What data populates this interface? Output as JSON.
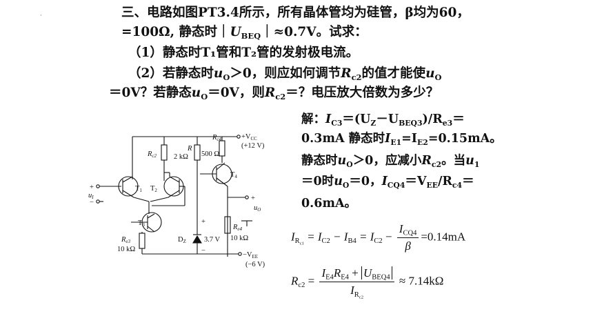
{
  "problem": {
    "line1": "三、电路如图PT3.4所示，所有晶体管均为硅管，β均为60，",
    "line2_prefix": "=100Ω,",
    "line2_rest": "静态时｜",
    "line2_sym": "U",
    "line2_sub": "BEQ",
    "line2_end": "｜≈0.7V。试求：",
    "q1": "（1）静态时T₁管和T₂管的发射极电流。",
    "q2a": "（2）若静态时",
    "q2b": "＞0，则应如何调节",
    "q2c": "的值才能使",
    "q3a": "＝0V？若静态",
    "q3b": "＝0V，则",
    "q3c": "＝？电压放大倍数为多少？",
    "uo": "u",
    "uo_sub": "O",
    "rc2": "R",
    "rc2_sub": "c2"
  },
  "solution": {
    "l1a": "解：",
    "l1b": "I",
    "l1b_sub": "C3",
    "l1c": "＝(U",
    "l1c_sub": "Z",
    "l1d": "－U",
    "l1d_sub": "BEQ3",
    "l1e": ")/R",
    "l1e_sub": "e3",
    "l1f": "＝",
    "l2a": "0.3mA 静态时",
    "l2b": "I",
    "l2b_sub": "E1",
    "l2c": "=I",
    "l2c_sub": "E2",
    "l2d": "=0.15mA。",
    "l3a": "静态时",
    "l3b": "u",
    "l3b_sub": "O",
    "l3c": "＞0，应减小",
    "l3d": "R",
    "l3d_sub": "c2",
    "l3e": "。当",
    "l3f": "u",
    "l3f_sub": "1",
    "l4a": "＝0时",
    "l4b": "u",
    "l4b_sub": "O",
    "l4c": "＝0，",
    "l4d": "I",
    "l4d_sub": "CQ4",
    "l4e": "＝V",
    "l4e_sub": "EE",
    "l4f": "/R",
    "l4f_sub": "c4",
    "l4g": "＝",
    "l5": "0.6mA。"
  },
  "formula1": {
    "lhs": "I",
    "lhs_sub": "R",
    "lhs_subsub": "c1",
    "eq1": " = I",
    "t1_sub": "C2",
    "minus1": " − I",
    "t2_sub": "B4",
    "eq2": " = I",
    "t3_sub": "C2",
    "minus2": " −",
    "num": "I",
    "num_sub": "CQ4",
    "den": "β",
    "result": "=0.14mA"
  },
  "formula2": {
    "lhs": "R",
    "lhs_sub": "c2",
    "eq": " =",
    "num1": "I",
    "num1_sub": "E4",
    "num2": "R",
    "num2_sub": "E4",
    "plus": " + ",
    "num3": "U",
    "num3_sub": "BEQ4",
    "den": "I",
    "den_sub": "R",
    "den_subsub": "c2",
    "result": "≈ 7.14kΩ"
  },
  "circuit": {
    "vcc": "+V",
    "vcc_sub": "CC",
    "vcc_val": "(+12 V)",
    "vee": "−V",
    "vee_sub": "EE",
    "vee_val": "(−6 V)",
    "rc2": "R",
    "rc2_sub": "c2",
    "r": "R",
    "r_val": "2 kΩ",
    "rc4": "R",
    "rc4_sub": "c4",
    "rc4_val": "500 Ω",
    "t4": "T",
    "t4_sub": "4",
    "t1": "T",
    "t1_sub": "1",
    "t2": "T",
    "t2_sub": "2",
    "t3": "T",
    "t3_sub": "3",
    "plus": "+",
    "minus": "−",
    "ui": "u",
    "ui_sub": "I",
    "uo": "u",
    "uo_sub": "O",
    "re3": "R",
    "re3_sub": "e3",
    "re3_val": "10 kΩ",
    "dz": "D",
    "dz_sub": "Z",
    "dz_val": "3.7 V",
    "re4": "R",
    "re4_sub": "e4",
    "re4_val": "10 kΩ"
  }
}
